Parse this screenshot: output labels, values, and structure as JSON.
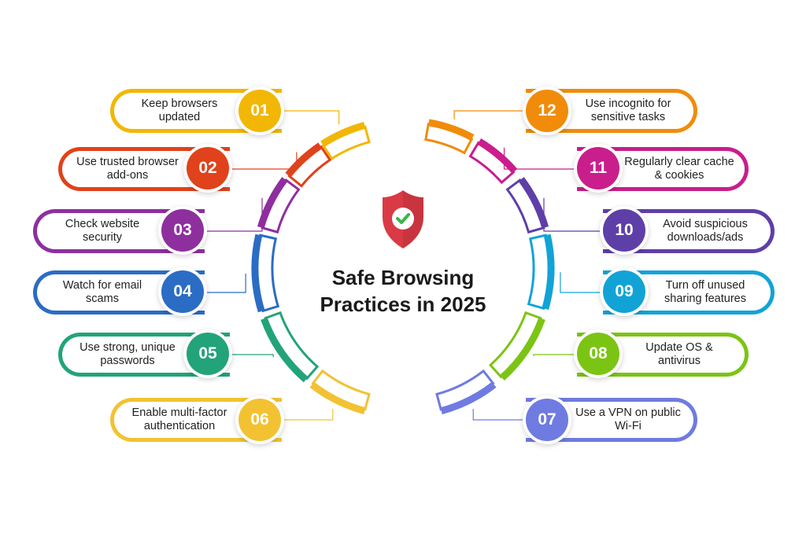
{
  "title": "Safe Browsing Practices in 2025",
  "items": [
    {
      "number": "01",
      "label": "Keep browsers updated",
      "color": "#F2B705"
    },
    {
      "number": "02",
      "label": "Use trusted browser add-ons",
      "color": "#E0421B"
    },
    {
      "number": "03",
      "label": "Check website security",
      "color": "#8E2F9E"
    },
    {
      "number": "04",
      "label": "Watch for email scams",
      "color": "#2B6CC4"
    },
    {
      "number": "05",
      "label": "Use strong, unique passwords",
      "color": "#23A37A"
    },
    {
      "number": "06",
      "label": "Enable multi-factor authentication",
      "color": "#F2C233"
    },
    {
      "number": "07",
      "label": "Use a VPN on public Wi-Fi",
      "color": "#6F7BE0"
    },
    {
      "number": "08",
      "label": "Update OS & antivirus",
      "color": "#7CC414"
    },
    {
      "number": "09",
      "label": "Turn off unused sharing features",
      "color": "#12A3D6"
    },
    {
      "number": "10",
      "label": "Avoid suspicious downloads/ads",
      "color": "#5E3FA8"
    },
    {
      "number": "11",
      "label": "Regularly clear cache & cookies",
      "color": "#C91E8C"
    },
    {
      "number": "12",
      "label": "Use incognito for sensitive tasks",
      "color": "#F08C0A"
    }
  ],
  "shield": {
    "icon": "shield-check-icon",
    "color": "#D93A45",
    "check_color": "#3BB54A"
  }
}
